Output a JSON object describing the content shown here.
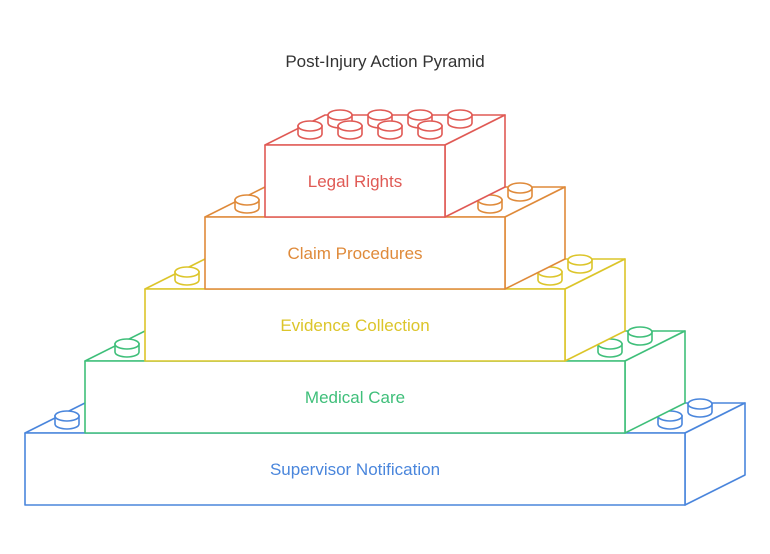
{
  "title": "Post-Injury Action Pyramid",
  "layers": [
    {
      "label": "Legal Rights",
      "color": "#e05a55"
    },
    {
      "label": "Claim Procedures",
      "color": "#df8a3a"
    },
    {
      "label": "Evidence Collection",
      "color": "#dcc52a"
    },
    {
      "label": "Medical Care",
      "color": "#3fbf7a"
    },
    {
      "label": "Supervisor Notification",
      "color": "#4a86dc"
    }
  ]
}
